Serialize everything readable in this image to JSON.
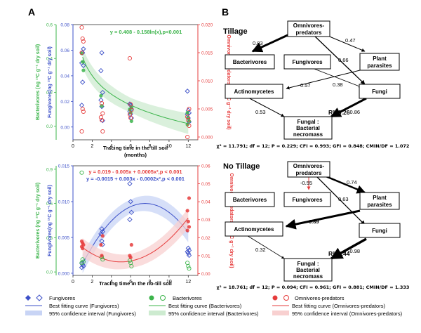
{
  "panels": {
    "a_label": "A",
    "b_label": "B"
  },
  "colors": {
    "bacterivores": "#3cb44b",
    "fungivores": "#3c50c8",
    "omnivores": "#e63c3c",
    "fung_band": "#c8d4f5",
    "bact_band": "#cdebd0",
    "omni_band": "#f8d0d0"
  },
  "chart_top": {
    "equation": "y = 0.408 - 0.158ln(x),p<0.001",
    "xlabel_line1": "Tracing time in the till soil",
    "xlabel_line2": "(months)",
    "ylabel_bact": "Bacterivores (ng ¹³C g⁻¹ dry soil)",
    "ylabel_fung": "Fungivores(ng ¹³C g⁻¹ dry soil)",
    "ylabel_omni": "Omnivores-predators(ng ¹³C g⁻¹ dry soil)",
    "x_ticks": [
      "0",
      "2",
      "4",
      "6",
      "8",
      "10",
      "12"
    ],
    "y_bact_ticks": [
      "0.0",
      "0.2",
      "0.4",
      "0.6"
    ],
    "y_fung_ticks": [
      "0.00",
      "0.02",
      "0.04",
      "0.06",
      "0.08"
    ],
    "y_omni_ticks": [
      "0.000",
      "0.005",
      "0.010",
      "0.015",
      "0.020"
    ]
  },
  "chart_bottom": {
    "equation_omni": "y = 0.019 - 0.005x + 0.0005x²,p < 0.001",
    "equation_fung": "y = -0.0015 + 0.003x - 0.0002x²,p < 0.001",
    "xlabel": "Tracing time in the no-till soil",
    "ylabel_bact": "Bacterivores (ng ¹³C g⁻¹ dry soil)",
    "ylabel_fung": "Fungivores(ng ¹³C g⁻¹ dry soil)",
    "ylabel_omni": "Omnivores-predators(ng ¹³C g⁻¹ dry soil)",
    "x_ticks": [
      "0",
      "2",
      "4",
      "6",
      "8",
      "10",
      "12"
    ],
    "y_bact_ticks": [
      "0.0",
      "0.3",
      "0.6",
      "0.9"
    ],
    "y_fung_ticks": [
      "0.000",
      "0.005",
      "0.010",
      "0.015"
    ],
    "y_omni_ticks": [
      "0.00",
      "0.01",
      "0.02",
      "0.03",
      "0.04",
      "0.05",
      "0.06"
    ]
  },
  "chart_data": [
    {
      "type": "scatter",
      "x_range": [
        0,
        13
      ],
      "xlabel": "Tracing time in the till soil (months)",
      "fit_equation": "y = 0.408 - 0.158ln(x),p<0.001",
      "series": [
        {
          "name": "Fungivores",
          "axis": "fung",
          "ylim": [
            -0.01,
            0.08
          ],
          "marker": "diamond",
          "points": [
            [
              1,
              0.05
            ],
            [
              1,
              0.058
            ],
            [
              1,
              0.048
            ],
            [
              1,
              0.017
            ],
            [
              1,
              0.035
            ],
            [
              1,
              0.061
            ],
            [
              3,
              0.044
            ],
            [
              3,
              0.058
            ],
            [
              3,
              0.027
            ],
            [
              3,
              0.021
            ],
            [
              3,
              0.016
            ],
            [
              3,
              0.005
            ],
            [
              6,
              0.018
            ],
            [
              6,
              0.017
            ],
            [
              6,
              0.014
            ],
            [
              6,
              0.012
            ],
            [
              6,
              0.01
            ],
            [
              6,
              0.007
            ],
            [
              12,
              0.028
            ],
            [
              12,
              0.013
            ],
            [
              12,
              0.011
            ],
            [
              12,
              0.01
            ],
            [
              12,
              0.007
            ],
            [
              12,
              0.004
            ]
          ]
        },
        {
          "name": "Bacterivores",
          "axis": "bact",
          "ylim": [
            -0.08,
            0.6
          ],
          "marker": "circle",
          "points": [
            [
              1,
              0.43
            ],
            [
              1,
              0.38
            ],
            [
              1,
              0.33
            ],
            [
              3,
              0.18
            ],
            [
              3,
              0.12
            ],
            [
              6,
              0.11
            ],
            [
              6,
              0.1
            ],
            [
              6,
              0.08
            ],
            [
              6,
              0.03
            ],
            [
              12,
              0.08
            ],
            [
              12,
              0.05
            ],
            [
              12,
              0.03
            ],
            [
              12,
              0.01
            ]
          ]
        },
        {
          "name": "Omnivores-predators",
          "axis": "omni",
          "ylim": [
            -0.0005,
            0.02
          ],
          "marker": "open-circle",
          "points": [
            [
              1,
              0.0195
            ],
            [
              1,
              0.0175
            ],
            [
              1,
              0.017
            ],
            [
              1,
              0.015
            ],
            [
              1,
              0.005
            ],
            [
              1,
              0.0045
            ],
            [
              1,
              0.001
            ],
            [
              3,
              0.006
            ],
            [
              3,
              0.0042
            ],
            [
              3,
              0.0035
            ],
            [
              3,
              0.003
            ],
            [
              3,
              0.001
            ],
            [
              6,
              0.014
            ],
            [
              6,
              0.0058
            ],
            [
              6,
              0.0048
            ],
            [
              6,
              0.004
            ],
            [
              6,
              0.0034
            ],
            [
              12,
              0.005
            ],
            [
              12,
              0.0036
            ],
            [
              12,
              0.003
            ],
            [
              12,
              0.002
            ],
            [
              12,
              0.0
            ]
          ]
        }
      ],
      "fits": [
        {
          "name": "Best fitting curve (Bacterivores)",
          "axis": "bact",
          "model": "log",
          "a": 0.408,
          "b": -0.158
        }
      ]
    },
    {
      "type": "scatter",
      "x_range": [
        0,
        13
      ],
      "xlabel": "Tracing time in the no-till soil (months)",
      "series": [
        {
          "name": "Fungivores",
          "axis": "fung",
          "ylim": [
            -0.0003,
            0.015
          ],
          "marker": "diamond",
          "points": [
            [
              1,
              0.0014
            ],
            [
              1,
              0.0012
            ],
            [
              1,
              0.001
            ],
            [
              1,
              0.0008
            ],
            [
              3,
              0.0062
            ],
            [
              3,
              0.0058
            ],
            [
              3,
              0.0055
            ],
            [
              3,
              0.0045
            ],
            [
              3,
              0.004
            ],
            [
              6,
              0.0125
            ],
            [
              6,
              0.01
            ],
            [
              6,
              0.0085
            ],
            [
              6,
              0.0075
            ],
            [
              12,
              0.0035
            ],
            [
              12,
              0.0032
            ],
            [
              12,
              0.003
            ],
            [
              12,
              0.0028
            ],
            [
              12,
              0.0025
            ]
          ]
        },
        {
          "name": "Bacterivores",
          "axis": "bact",
          "ylim": [
            -0.03,
            0.93
          ],
          "marker": "open-circle",
          "points": [
            [
              1,
              0.87
            ],
            [
              1,
              0.11
            ],
            [
              1,
              0.09
            ],
            [
              1,
              0.08
            ],
            [
              3,
              0.13
            ],
            [
              3,
              0.11
            ],
            [
              6,
              0.1
            ],
            [
              6,
              0.08
            ],
            [
              6,
              0.05
            ],
            [
              12,
              0.08
            ],
            [
              12,
              0.05
            ],
            [
              12,
              0.03
            ]
          ]
        },
        {
          "name": "Omnivores-predators",
          "axis": "omni",
          "ylim": [
            -0.001,
            0.06
          ],
          "marker": "circle",
          "points": [
            [
              1,
              0.018
            ],
            [
              1,
              0.017
            ],
            [
              1,
              0.016
            ],
            [
              1,
              0.015
            ],
            [
              1,
              0.014
            ],
            [
              3,
              0.021
            ],
            [
              3,
              0.016
            ],
            [
              3,
              0.01
            ],
            [
              6,
              0.016
            ],
            [
              6,
              0.01
            ],
            [
              6,
              0.009
            ],
            [
              12,
              0.042
            ],
            [
              12,
              0.035
            ],
            [
              12,
              0.029
            ],
            [
              12,
              0.026
            ],
            [
              12,
              0.024
            ]
          ]
        }
      ],
      "fits": [
        {
          "name": "Best fitting curve (Fungivores)",
          "axis": "fung",
          "model": "quadratic",
          "coeffs": [
            -0.0015,
            0.003,
            -0.0002
          ]
        },
        {
          "name": "Best fitting curve (Omnivores-predators)",
          "axis": "omni",
          "model": "quadratic",
          "coeffs": [
            0.019,
            -0.005,
            0.0005
          ]
        }
      ]
    }
  ],
  "legend": {
    "fung_points": "Fungivores",
    "bact_points": "Bacterivores",
    "omni_points": "Omnivores-predators",
    "fung_curve": "Best fitting curve (Fungivores)",
    "bact_curve": "Best fitting curve (Bacterivores)",
    "omni_curve": "Best fitting curve (Omnivores-predators)",
    "fung_ci": "95% confidence interval (Fungivores)",
    "bact_ci": "95% confidence interval (Bacterivores)",
    "omni_ci": "95% confidence interval (Omnivores-predators)"
  },
  "diagram_tillage": {
    "title": "Tillage",
    "nodes": {
      "omnivores_l1": "Omnivores-",
      "omnivores_l2": "predators",
      "bacterivores": "Bacterivores",
      "fungivores": "Fungivores",
      "plant_l1": "Plant",
      "plant_l2": "parasites",
      "actinomycetes": "Actinomycetes",
      "fungi": "Fungi",
      "necromass_l1": "Fungal :",
      "necromass_l2": "Bacterial",
      "necromass_l3": "necromass"
    },
    "paths": {
      "omni_bact": "0.83",
      "omni_plant": "0.47",
      "omni_fungi": "0.66",
      "fungiv_fungi": "0.38",
      "fungi_actino": "0.57",
      "actino_necro": "0.53",
      "fungi_necro": "-0.86"
    },
    "r2": "R²=0.26",
    "stats": "χ² = 11.791; df = 12; P = 0.229; CFI = 0.993; GFI = 0.848; CMIN/DF = 1.072"
  },
  "diagram_notillage": {
    "title": "No Tillage",
    "nodes": {
      "omnivores_l1": "Omnivores-",
      "omnivores_l2": "predators",
      "bacterivores": "Bacterivores",
      "fungivores": "Fungivores",
      "plant_l1": "Plant",
      "plant_l2": "parasites",
      "actinomycetes": "Actinomycetes",
      "fungi": "Fungi",
      "necromass_l1": "Fungal :",
      "necromass_l2": "Bacterial",
      "necromass_l3": "necromass"
    },
    "paths": {
      "omni_fungiv": "-0.55",
      "omni_plant": "0.74",
      "omni_fungi": "0.63",
      "plant_actino": "0.89",
      "actino_necro": "0.32",
      "fungi_necro": "-0.98"
    },
    "r2": "R²=0.44",
    "stats": "χ² = 18.761; df = 12; P = 0.094; CFI = 0.961; GFI = 0.881; CMIN/DF = 1.333"
  }
}
